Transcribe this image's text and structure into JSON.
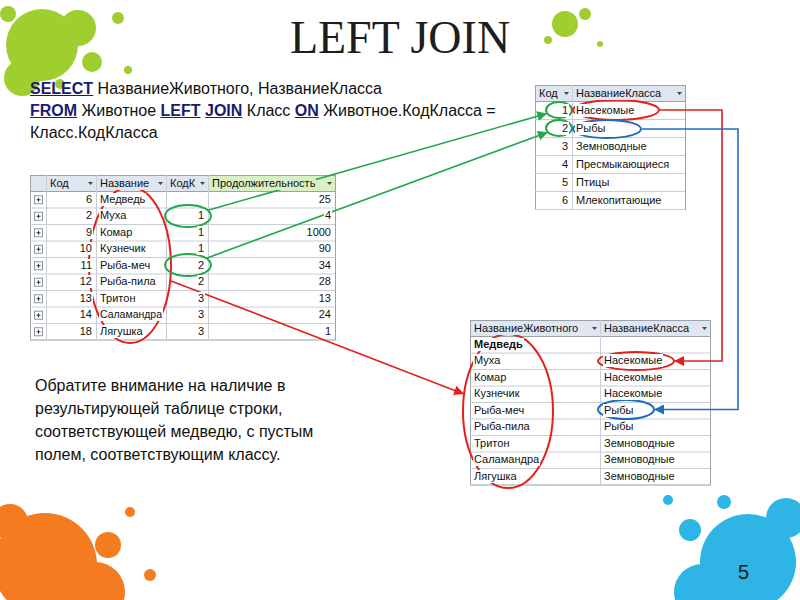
{
  "diagram": {
    "title": "LEFT JOIN",
    "nodes": [
      {
        "text": [
          "Код",
          "Название",
          "КодК",
          "Продолжительность",
          "6",
          "25",
          "2",
          "4",
          "9",
          "1",
          "1000",
          "10",
          "1",
          "90",
          "11",
          "34",
          "12",
          "2",
          "28",
          "13",
          "3",
          "13",
          "14",
          "3",
          "24",
          "18",
          "3",
          "1"
        ]
      },
      {
        "text": [
          "Медведь",
          "Муха",
          "Комар",
          "Кузнечик",
          "Рыба-меч",
          "Рыба-пила",
          "Тритон",
          "Саламандра",
          "Лягушка"
        ],
        "in": 0
      },
      {
        "text": [
          "1"
        ],
        "in": 0
      },
      {
        "text": [
          "2"
        ],
        "in": 0
      },
      {
        "text": [
          "Код",
          "НазваниеКласса",
          "3",
          "Земноводные",
          "4",
          "Пресмыкающиеся",
          "5",
          "Птицы",
          "6",
          "Млекопитающие"
        ]
      },
      {
        "text": [
          "1"
        ],
        "in": 4
      },
      {
        "text": [
          "Насекомые"
        ],
        "in": 4
      },
      {
        "text": [
          "2"
        ],
        "in": 4
      },
      {
        "text": [
          "Рыбы"
        ],
        "in": 4
      },
      {
        "text": [
          "НазваниеЖивотного",
          "НазваниеКласса",
          "Насекомые",
          "Насекомые",
          "Рыбы",
          "Земноводные",
          "Земноводные",
          "Земноводные"
        ]
      },
      {
        "text": [
          "Медведь",
          "Муха",
          "Комар",
          "Кузнечик",
          "Рыба-меч",
          "Рыба-пила",
          "Тритон",
          "Саламандра",
          "Лягушка"
        ],
        "in": 9
      },
      {
        "text": [
          "Насекомые"
        ],
        "in": 9
      },
      {
        "text": [
          "Рыбы"
        ],
        "in": 9
      }
    ],
    "edges": [
      {
        "from": 2,
        "to": 5,
        "arrow": "to"
      },
      {
        "from": 3,
        "to": 7,
        "arrow": "to"
      },
      {
        "from": 1,
        "to": 10,
        "arrow": "to"
      },
      {
        "from": 6,
        "to": 11,
        "arrow": "to"
      },
      {
        "from": 8,
        "to": 12,
        "arrow": "to"
      }
    ],
    "labels": [
      "SELECT",
      "НазваниеЖивотного, НазваниеКласса",
      "FROM",
      "Животное",
      "LEFT",
      "JOIN",
      "Класс",
      "ON",
      "Животное.КодКласса = Класс.КодКласса",
      "Обратите внимание на наличие в результирующей таблице строки, соответствующей медведю, с пустым полем, соответствующим классу.",
      "5"
    ]
  }
}
